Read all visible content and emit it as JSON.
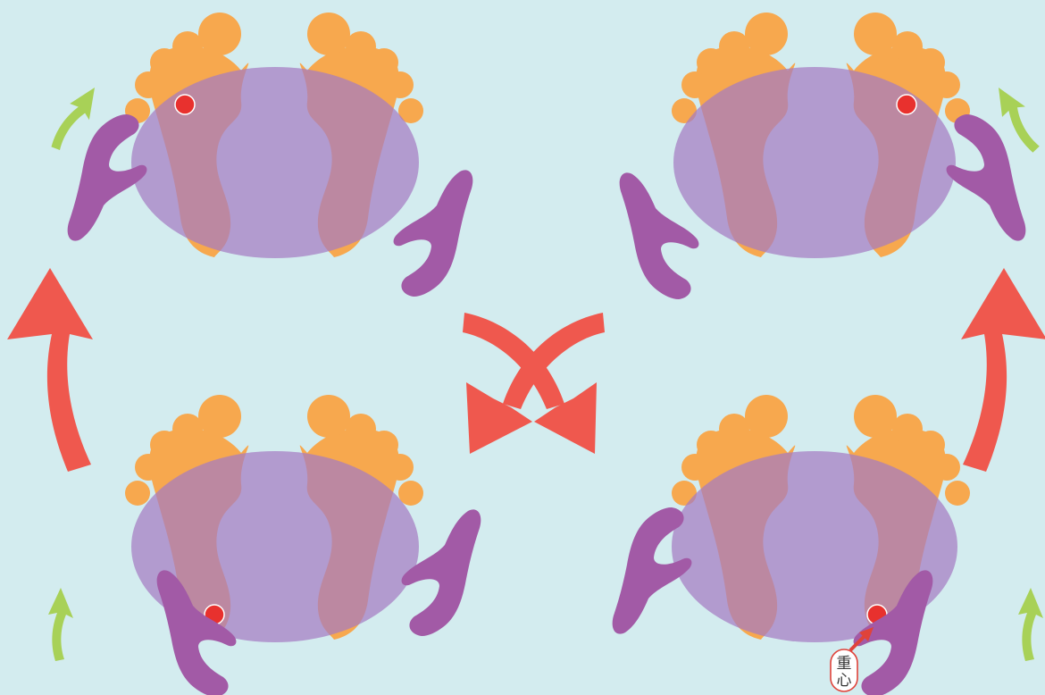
{
  "colors": {
    "background": "#d3ecef",
    "foot": "#f7a84e",
    "pressure_ellipse": "#a57bc2",
    "hand": "#a25aa6",
    "center_of_gravity_dot": "#e8312e",
    "big_arrow": "#ef584e",
    "small_arrow": "#a8d157",
    "label_border": "#e0433a",
    "label_fill": "#ffffff"
  },
  "panels": [
    {
      "id": "top-left",
      "center_of_gravity": "front-left-foot",
      "hand_icons": [
        "left-hand-upper",
        "right-hand-lower"
      ],
      "green_arrow": "upper-left"
    },
    {
      "id": "top-right",
      "center_of_gravity": "front-right-foot",
      "hand_icons": [
        "left-hand-lower",
        "right-hand-upper"
      ],
      "green_arrow": "upper-right"
    },
    {
      "id": "bottom-left",
      "center_of_gravity": "heel-left-foot",
      "hand_icons": [
        "left-hand-lower",
        "right-hand-upper"
      ],
      "green_arrow": "lower-left"
    },
    {
      "id": "bottom-right",
      "center_of_gravity": "heel-right-foot",
      "hand_icons": [
        "left-hand-upper",
        "right-hand-lower"
      ],
      "green_arrow": "lower-right"
    }
  ],
  "icons": {
    "foot": "foot-icon",
    "hand": "hand-icon",
    "big_arrow": "curved-arrow-icon",
    "cross_arrow": "cross-arrows-icon",
    "small_arrow": "small-curved-arrow-icon"
  },
  "label": {
    "line1": "重",
    "line2": "心"
  }
}
